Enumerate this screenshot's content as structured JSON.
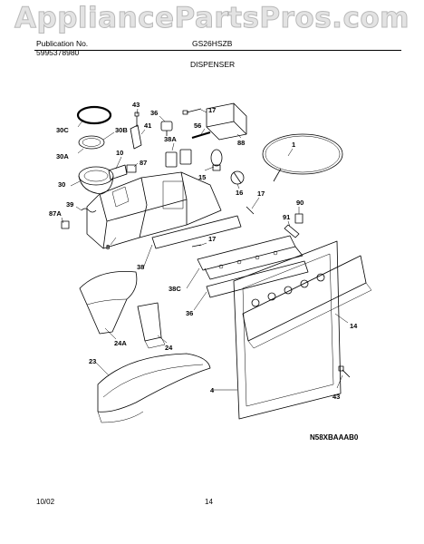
{
  "watermark": "AppliancePartsPros.com",
  "header": {
    "publication_label": "Publication No.",
    "publication_number": "5995378980",
    "model": "GS26HSZB",
    "section": "DISPENSER"
  },
  "callouts": [
    "43",
    "36",
    "17",
    "30C",
    "30B",
    "41",
    "56",
    "88",
    "1",
    "38A",
    "30A",
    "10",
    "87",
    "15",
    "16",
    "30",
    "17",
    "90",
    "91",
    "87A",
    "39",
    "8",
    "17",
    "38",
    "38C",
    "36",
    "14",
    "24A",
    "24",
    "23",
    "4",
    "43"
  ],
  "footer": {
    "date": "10/02",
    "page": "14",
    "drawing_id": "N58XBAAAB0"
  },
  "colors": {
    "line": "#000000",
    "watermark": "#e3e3e3"
  }
}
